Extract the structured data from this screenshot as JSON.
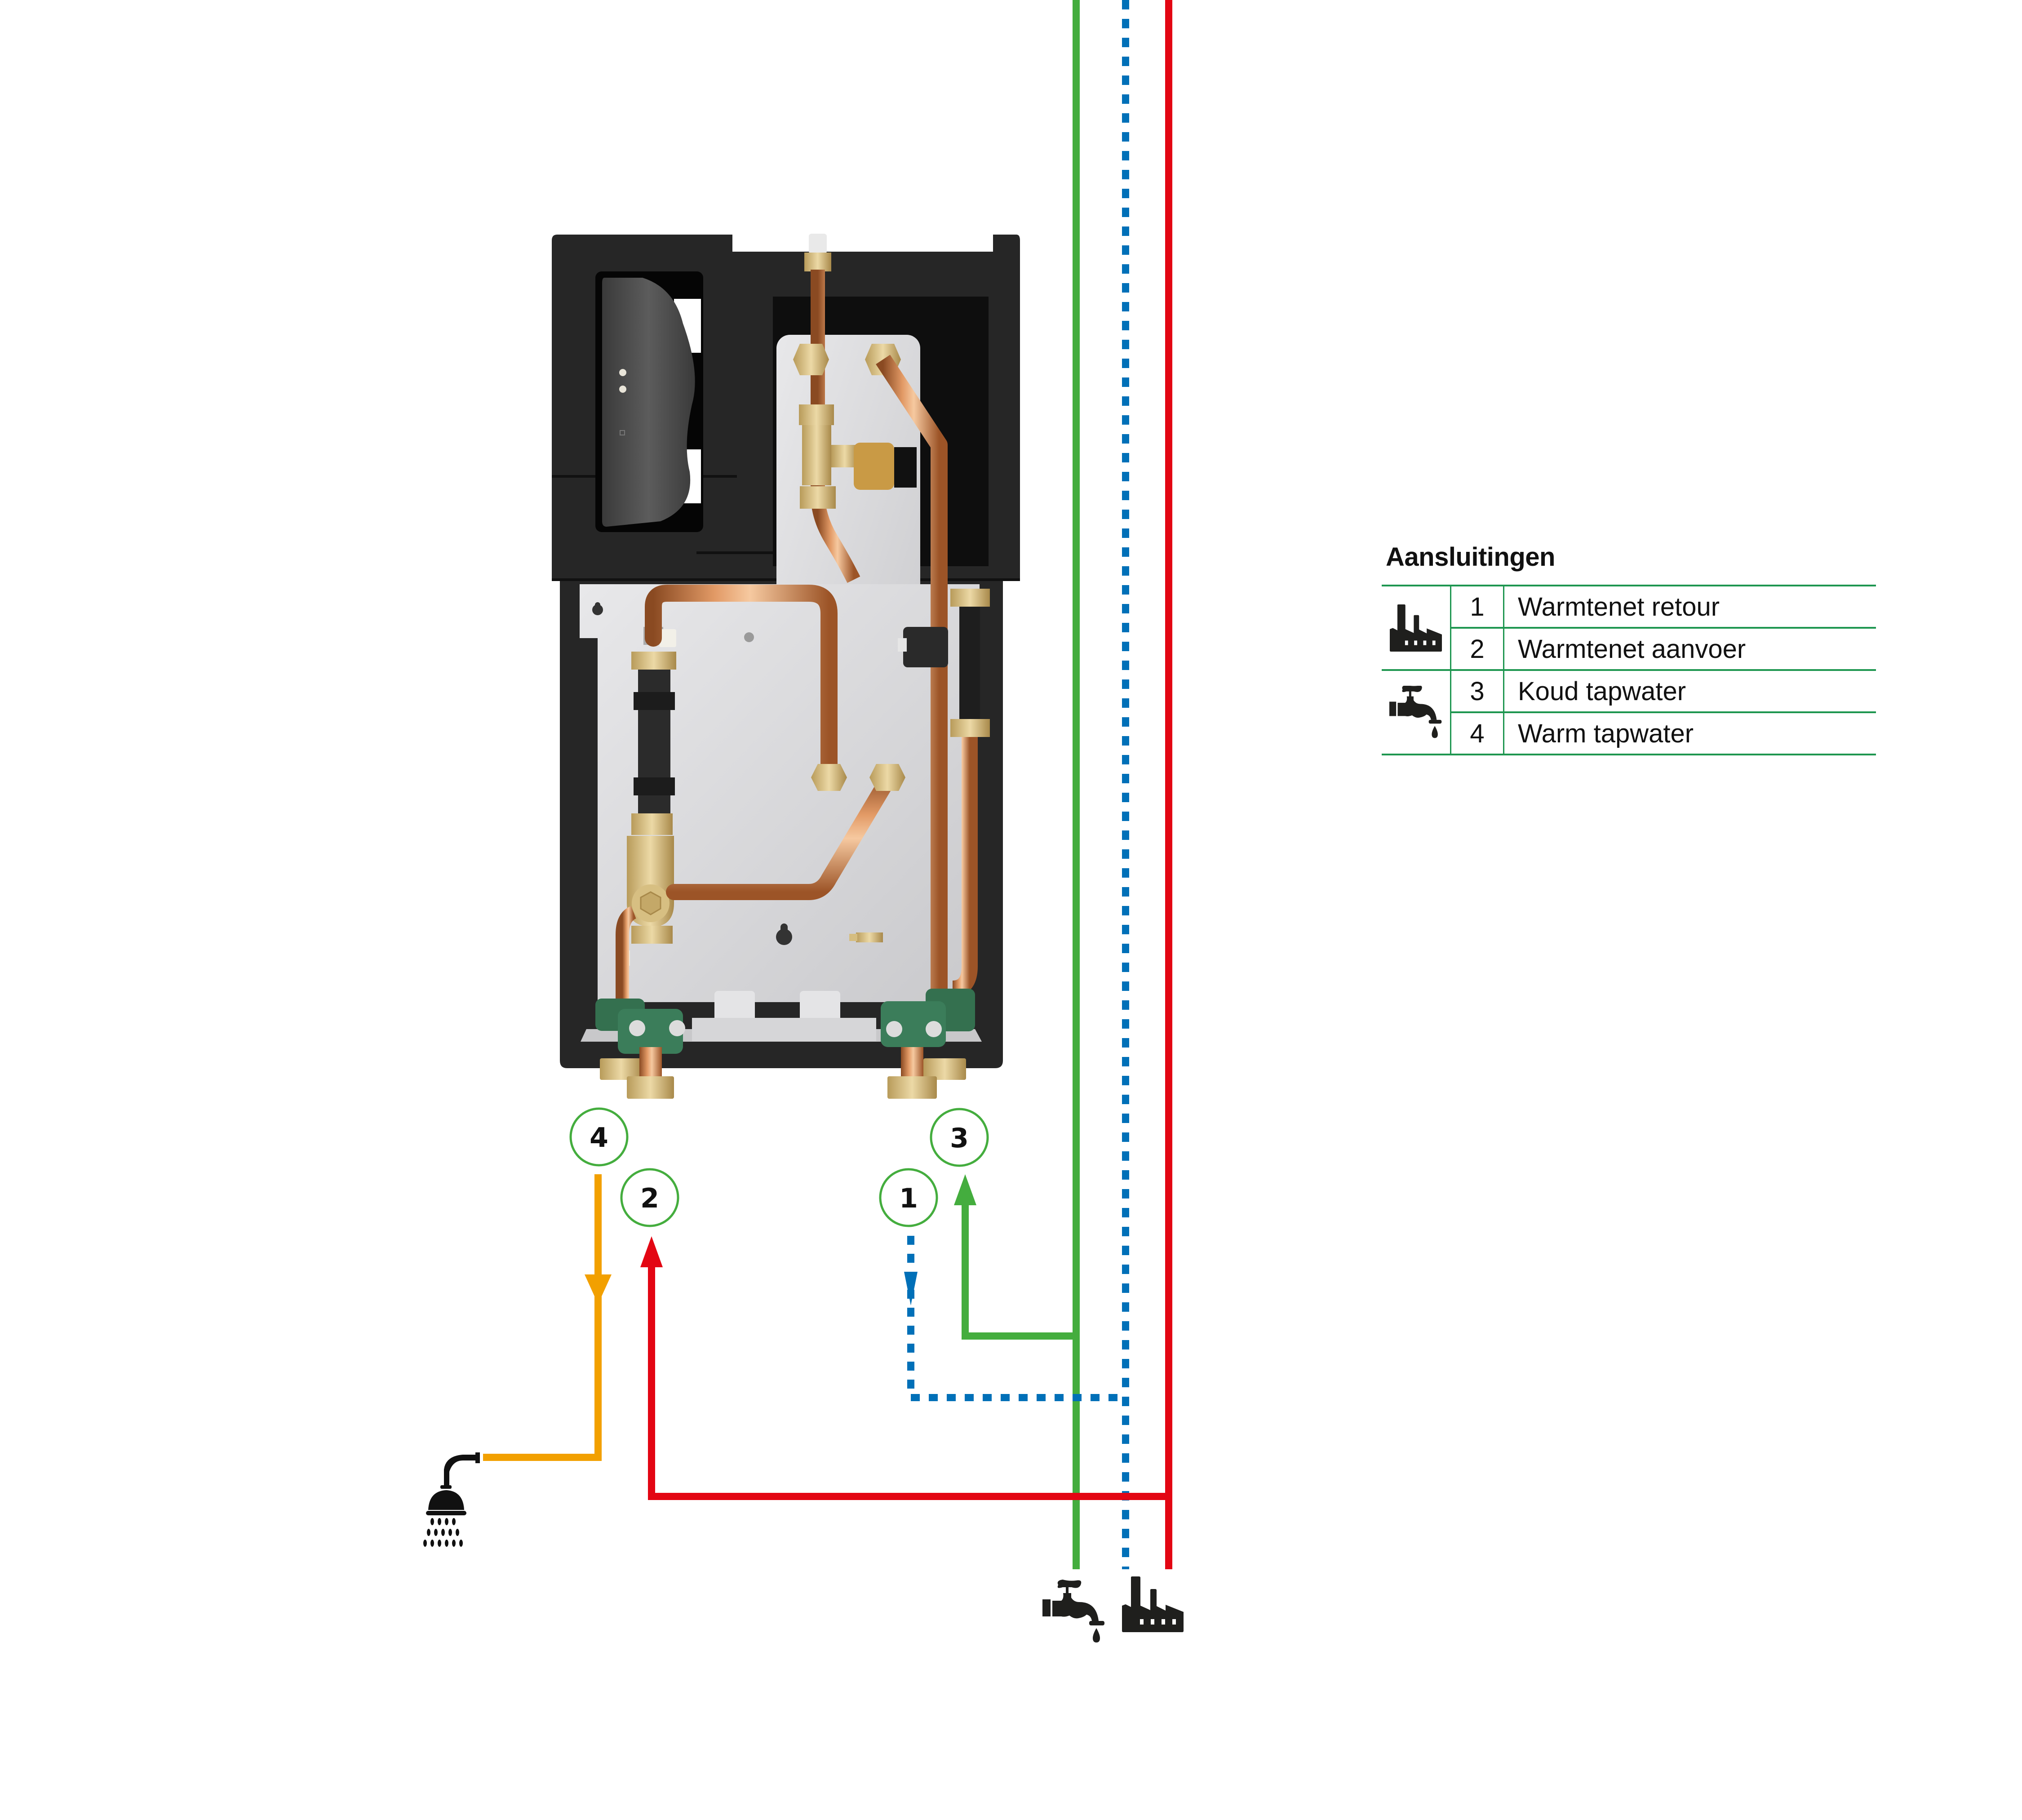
{
  "legend": {
    "title": "Aansluitingen",
    "groups": [
      {
        "icon": "factory-icon",
        "rows": [
          {
            "number": "1",
            "label": "Warmtenet retour"
          },
          {
            "number": "2",
            "label": "Warmtenet aanvoer"
          }
        ]
      },
      {
        "icon": "tap-icon",
        "rows": [
          {
            "number": "3",
            "label": "Koud tapwater"
          },
          {
            "number": "4",
            "label": "Warm tapwater"
          }
        ]
      }
    ]
  },
  "connections": [
    {
      "number": "1",
      "name": "Warmtenet retour",
      "line_color": "#0070b8",
      "line_style": "dashed",
      "flow": "out"
    },
    {
      "number": "2",
      "name": "Warmtenet aanvoer",
      "line_color": "#e30613",
      "line_style": "solid",
      "flow": "in"
    },
    {
      "number": "3",
      "name": "Koud tapwater",
      "line_color": "#44ad3e",
      "line_style": "solid",
      "flow": "in"
    },
    {
      "number": "4",
      "name": "Warm tapwater",
      "line_color": "#f2a000",
      "line_style": "solid",
      "flow": "out"
    }
  ],
  "endpoints": {
    "shower": "shower-icon",
    "cold_water_source": "tap-icon",
    "heat_network_source": "factory-icon"
  },
  "colors": {
    "badge_ring": "#44ad3e",
    "table_lines": "#1e9650",
    "housing": "#262626",
    "copper": "#c8743e",
    "brass": "#d9c188",
    "green_clamp": "#3a7a5c",
    "backplate": "#d9d9dc"
  }
}
